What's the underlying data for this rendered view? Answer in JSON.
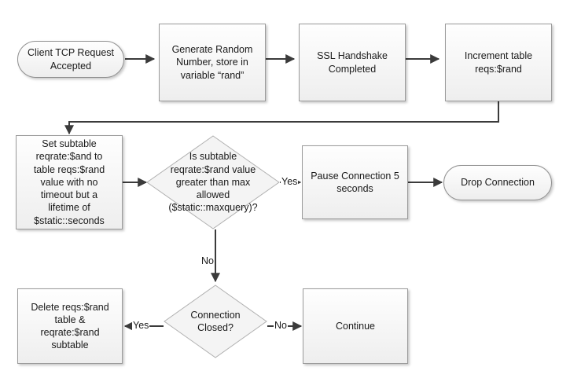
{
  "diagram": {
    "title": "TCP request rate-limiting flowchart",
    "background": "#ffffff",
    "node_fill_top": "#fefefe",
    "node_fill_bottom": "#eeeeee",
    "node_border": "#9a9a9a",
    "decision_border": "#b0b0b0",
    "connector_color": "#3b3b3b",
    "text_color": "#1a1a1a"
  },
  "nodes": {
    "client_request": {
      "label": "Client TCP Request\nAccepted",
      "shape": "terminator"
    },
    "generate_random": {
      "label": "Generate Random\nNumber, store in\nvariable “rand”",
      "shape": "process"
    },
    "ssl_handshake": {
      "label": "SSL Handshake\nCompleted",
      "shape": "process"
    },
    "increment_table": {
      "label": "Increment table\nreqs:$rand",
      "shape": "process"
    },
    "set_subtable": {
      "label": "Set subtable\nreqrate:$and to\ntable reqs:$rand\nvalue with no\ntimeout but a\nlifetime of\n$static::seconds",
      "shape": "process"
    },
    "rate_check": {
      "label": "Is subtable\nreqrate:$rand value\ngreater than max\nallowed\n($static::maxquery)?",
      "shape": "decision"
    },
    "pause_connection": {
      "label": "Pause Connection 5\nseconds",
      "shape": "process"
    },
    "drop_connection": {
      "label": "Drop Connection",
      "shape": "terminator"
    },
    "connection_closed": {
      "label": "Connection\nClosed?",
      "shape": "decision"
    },
    "delete_tables": {
      "label": "Delete reqs:$rand\ntable &\nreqrate:$rand\nsubtable",
      "shape": "process"
    },
    "continue": {
      "label": "Continue",
      "shape": "process"
    }
  },
  "edge_labels": {
    "rate_check_yes": "Yes",
    "rate_check_no": "No",
    "closed_yes": "Yes",
    "closed_no": "No"
  }
}
